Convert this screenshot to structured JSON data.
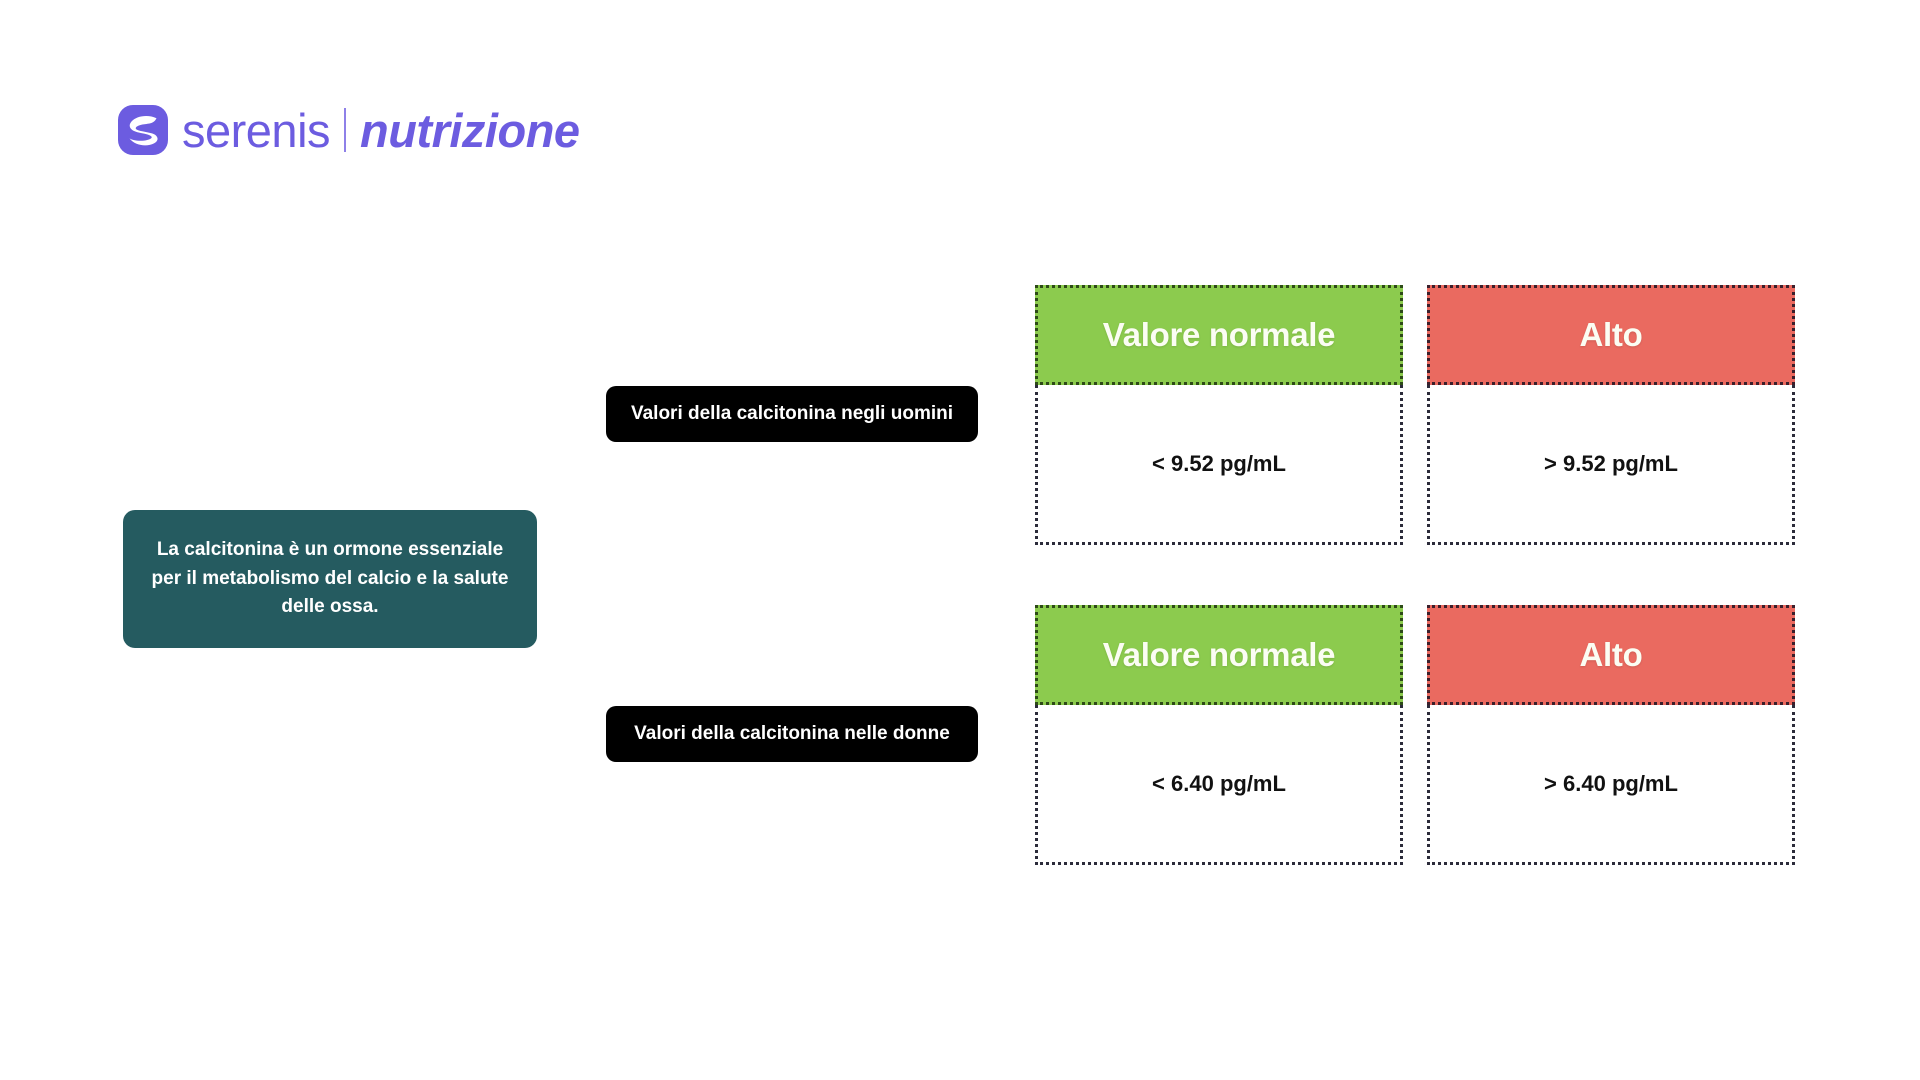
{
  "brand": {
    "icon": "serenis-s-logo-icon",
    "name": "serenis",
    "divider": "|",
    "section": "nutrizione",
    "accent_color": "#6C5CE0"
  },
  "info_box": {
    "text": "La calcitonina è un ormone essenziale per il metabolismo del calcio e la salute delle ossa.",
    "background_color": "#255B60",
    "text_color": "#FFFFFF"
  },
  "groups": [
    {
      "label": "Valori della calcitonina negli uomini",
      "cards": [
        {
          "header": "Valore normale",
          "value": "< 9.52 pg/mL",
          "status": "normal",
          "header_color": "#8CCB4E"
        },
        {
          "header": "Alto",
          "value": "> 9.52 pg/mL",
          "status": "high",
          "header_color": "#EA6A60"
        }
      ]
    },
    {
      "label": "Valori della calcitonina nelle donne",
      "cards": [
        {
          "header": "Valore normale",
          "value": "< 6.40 pg/mL",
          "status": "normal",
          "header_color": "#8CCB4E"
        },
        {
          "header": "Alto",
          "value": "> 6.40 pg/mL",
          "status": "high",
          "header_color": "#EA6A60"
        }
      ]
    }
  ]
}
